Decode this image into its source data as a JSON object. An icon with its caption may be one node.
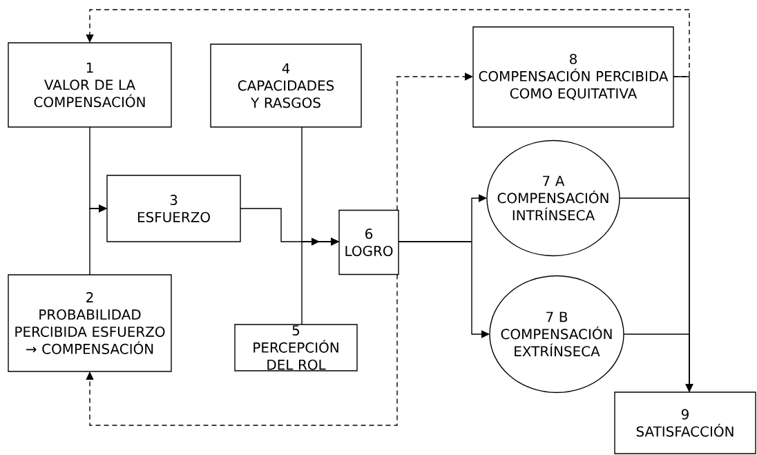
{
  "diagram": {
    "nodes": [
      {
        "text": [
          "1",
          "VALOR DE LA COMPENSACIÓN"
        ]
      },
      {
        "text": [
          "2",
          "PROBABILIDAD PERCIBIDA ESFUERZO → COMPENSACIÓN"
        ]
      },
      {
        "text": [
          "3",
          "ESFUERZO"
        ]
      },
      {
        "text": [
          "4",
          "CAPACIDADES Y RASGOS"
        ]
      },
      {
        "text": [
          "5",
          "PERCEPCIÓN DEL ROL"
        ]
      },
      {
        "text": [
          "6",
          "LOGRO"
        ]
      },
      {
        "text": [
          "7 A",
          "COMPENSACIÓN INTRÍNSECA"
        ]
      },
      {
        "text": [
          "7 B",
          "COMPENSACIÓN EXTRÍNSECA"
        ]
      },
      {
        "text": [
          "8",
          "COMPENSACIÓN PERCIBIDA COMO EQUITATIVA"
        ]
      },
      {
        "text": [
          "9",
          "SATISFACCIÓN"
        ]
      }
    ],
    "edges": [
      {
        "from": 0,
        "to": 2,
        "arrow": "to"
      },
      {
        "from": 1,
        "to": 2,
        "arrow": "to"
      },
      {
        "from": 2,
        "to": 5,
        "arrow": "to"
      },
      {
        "from": 3,
        "to": 5,
        "arrow": "to"
      },
      {
        "from": 4,
        "to": 5,
        "arrow": "to"
      },
      {
        "from": 5,
        "to": 6,
        "arrow": "to"
      },
      {
        "from": 5,
        "to": 7,
        "arrow": "to"
      },
      {
        "from": 5,
        "to": 8,
        "arrow": "to",
        "style": "dashed"
      },
      {
        "from": 5,
        "to": 1,
        "arrow": "to",
        "style": "dashed"
      },
      {
        "from": 8,
        "to": 0,
        "arrow": "to",
        "style": "dashed"
      },
      {
        "from": 8,
        "to": 9,
        "arrow": "to"
      },
      {
        "from": 6,
        "to": 9,
        "arrow": "to"
      },
      {
        "from": 7,
        "to": 9,
        "arrow": "to"
      }
    ]
  }
}
